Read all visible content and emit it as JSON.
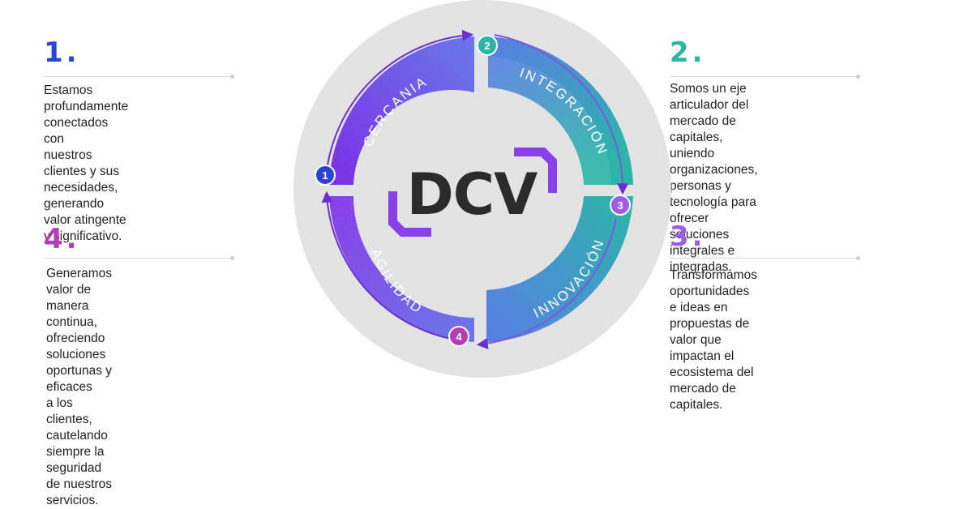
{
  "brand": {
    "logo_text": "DCV"
  },
  "colors": {
    "blue": "#2a45d6",
    "teal": "#2bb5a8",
    "purple": "#9c5ce8",
    "magenta": "#b33db4",
    "gray_disc": "#e3e3e3"
  },
  "values": [
    {
      "label": "CERCANIA",
      "badge": "1",
      "number": "1.",
      "description": [
        "Estamos profundamente conectados con",
        "nuestros clientes y sus necesidades,",
        "generando valor atingente y significativo."
      ]
    },
    {
      "label": "INTEGRACIÓN",
      "badge": "2",
      "number": "2.",
      "description": [
        "Somos un eje articulador del mercado de",
        "capitales, uniendo organizaciones,",
        "personas y tecnología para ofrecer",
        "soluciones integrales e",
        "integradas."
      ]
    },
    {
      "label": "INNOVACIÓN",
      "badge": "3",
      "number": "3.",
      "description": [
        "Transformamos oportunidades e ideas en",
        "propuestas de valor que impactan el",
        "ecosistema del mercado de capitales."
      ]
    },
    {
      "label": "AGILIDAD",
      "badge": "4",
      "number": "4.",
      "description": [
        "Generamos valor de manera continua,",
        "ofreciendo soluciones oportunas y eficaces",
        "a los clientes, cautelando siempre la",
        "seguridad de nuestros servicios."
      ]
    }
  ]
}
